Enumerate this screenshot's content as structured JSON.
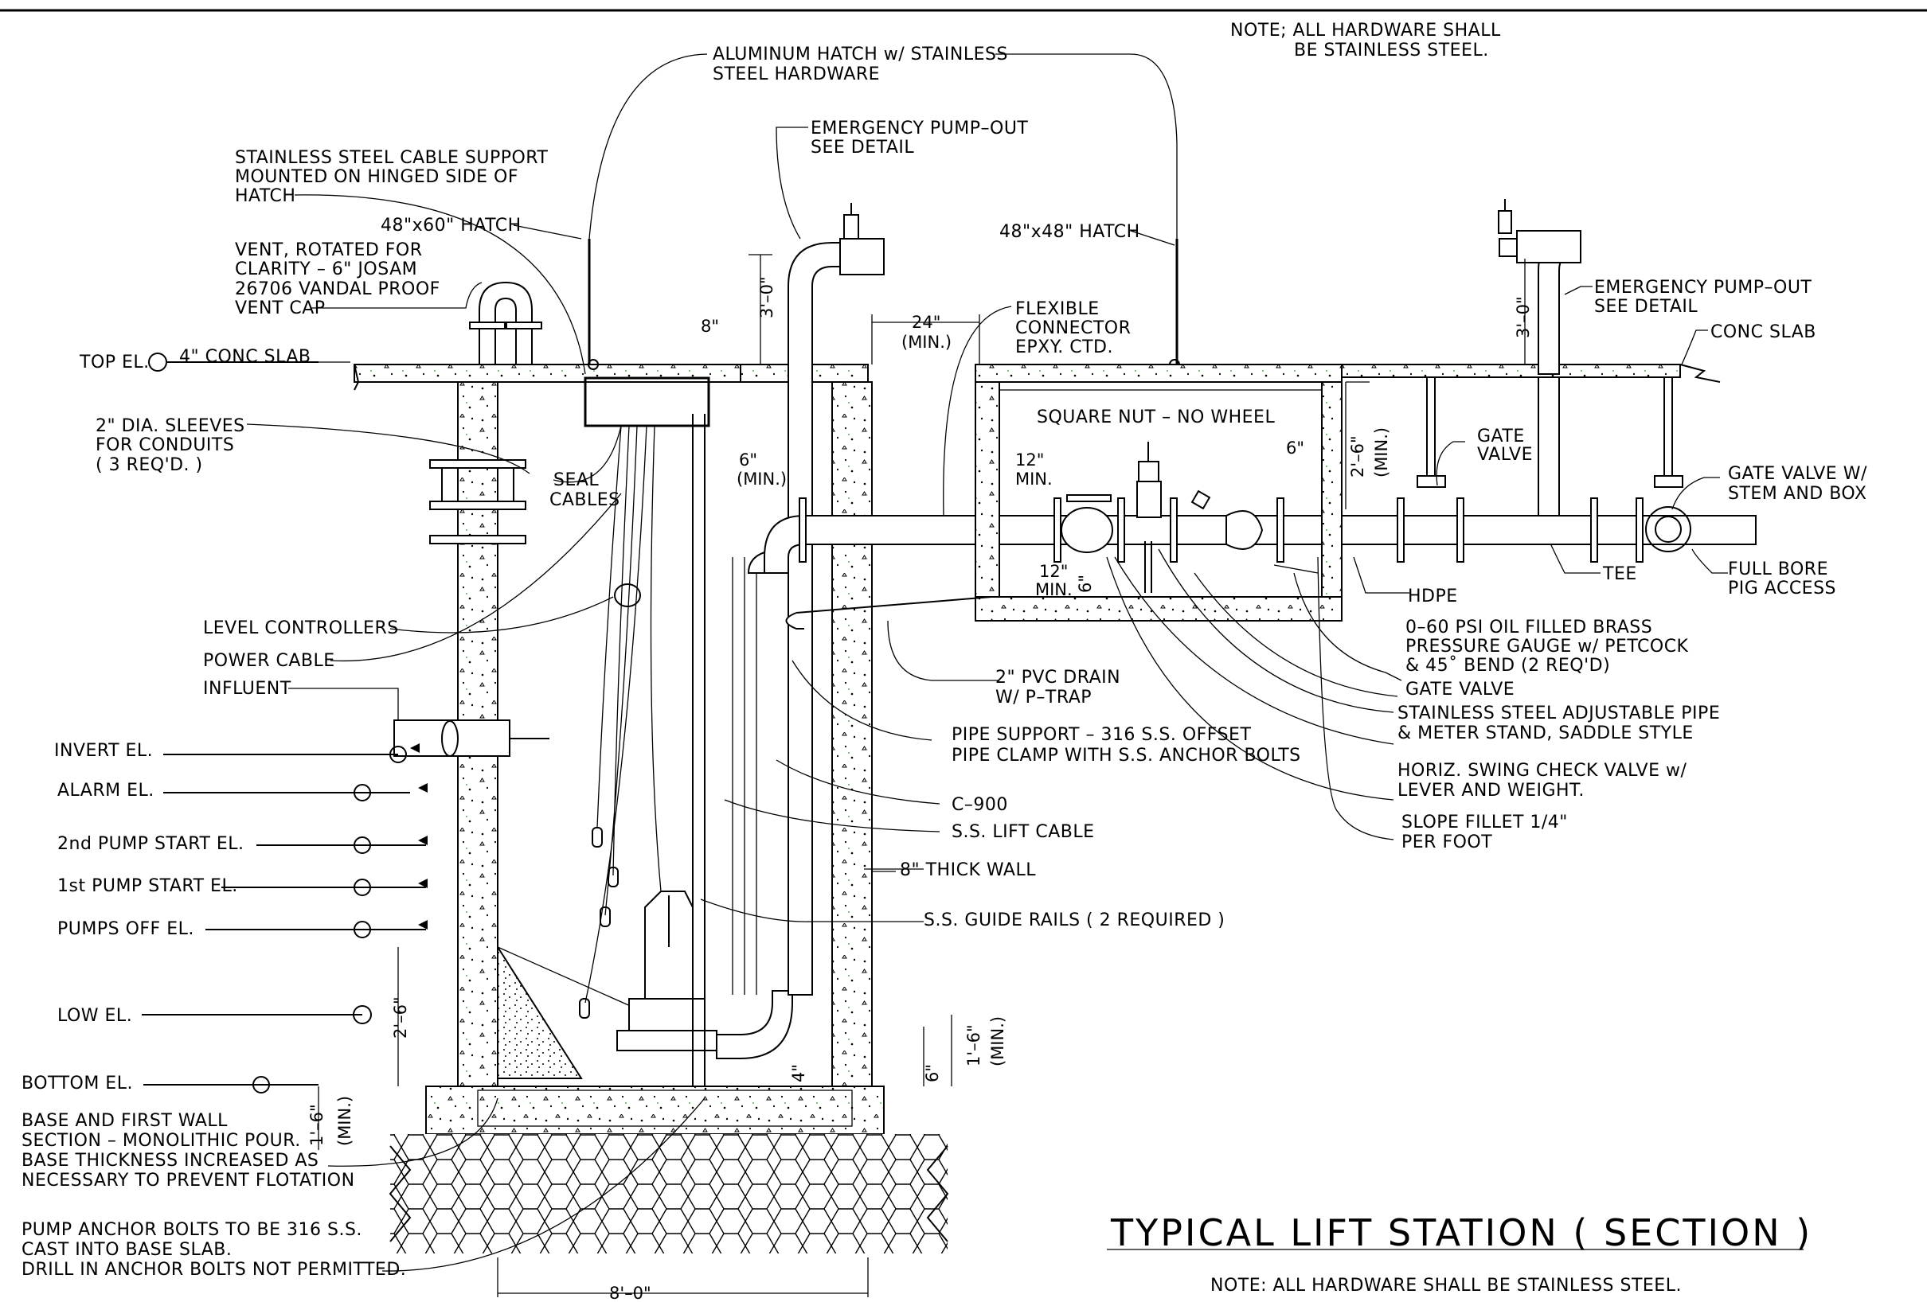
{
  "title": "TYPICAL LIFT STATION  ( SECTION )",
  "notes": {
    "top": [
      "NOTE; ALL HARDWARE SHALL",
      "BE STAINLESS STEEL."
    ],
    "bottom": "NOTE: ALL HARDWARE SHALL BE STAINLESS STEEL."
  },
  "callouts": {
    "aluminum_hatch": [
      "ALUMINUM HATCH w/ STAINLESS",
      "STEEL HARDWARE"
    ],
    "cable_support": [
      "STAINLESS STEEL CABLE SUPPORT",
      "MOUNTED ON HINGED SIDE OF",
      "HATCH"
    ],
    "hatch_48x60": "48\"x60\" HATCH",
    "vent": [
      "VENT, ROTATED FOR",
      "CLARITY – 6\" JOSAM",
      "26706 VANDAL PROOF",
      "VENT CAP"
    ],
    "emergency_pumpout_1": [
      "EMERGENCY PUMP–OUT",
      "SEE DETAIL"
    ],
    "hatch_48x48": "48\"x48\" HATCH",
    "flexible_connector": [
      "FLEXIBLE",
      "CONNECTOR",
      "EPXY. CTD."
    ],
    "emergency_pumpout_2": [
      "EMERGENCY PUMP–OUT",
      "SEE DETAIL"
    ],
    "conc_slab": "CONC SLAB",
    "top_slab": "4\" CONC SLAB",
    "sleeves": [
      "2\" DIA. SLEEVES",
      "FOR CONDUITS",
      "( 3 REQ'D. )"
    ],
    "seal_cables": [
      "SEAL",
      "CABLES"
    ],
    "square_nut": "SQUARE NUT – NO WHEEL",
    "gate_valve_top": [
      "GATE",
      "VALVE"
    ],
    "gate_valve_box": [
      "GATE VALVE W/",
      "STEM AND BOX"
    ],
    "hdpe": "HDPE",
    "tee": "TEE",
    "full_bore": [
      "FULL BORE",
      "PIG ACCESS"
    ],
    "pressure_gauge": [
      "0–60 PSI OIL FILLED BRASS",
      "PRESSURE GAUGE w/ PETCOCK",
      "& 45˚ BEND (2 REQ'D)"
    ],
    "gate_valve_mid": "GATE VALVE",
    "pipe_stand": [
      "STAINLESS STEEL ADJUSTABLE PIPE",
      "& METER STAND, SADDLE STYLE"
    ],
    "check_valve": [
      "HORIZ. SWING CHECK VALVE w/",
      "LEVER AND WEIGHT."
    ],
    "slope_fillet": [
      "SLOPE FILLET 1/4\"",
      "PER FOOT"
    ],
    "level_controllers": "LEVEL CONTROLLERS",
    "power_cable": "POWER CABLE",
    "influent": "INFLUENT",
    "pvc_drain": [
      "2\" PVC DRAIN",
      "W/ P–TRAP"
    ],
    "pipe_support": [
      "PIPE SUPPORT – 316 S.S. OFFSET",
      "PIPE CLAMP WITH S.S. ANCHOR BOLTS"
    ],
    "c900": "C–900",
    "lift_cable": "S.S. LIFT CABLE",
    "thick_wall": "8\" THICK WALL",
    "guide_rails": "S.S. GUIDE RAILS ( 2 REQUIRED )",
    "base_pour": [
      "BASE AND FIRST WALL",
      "SECTION – MONOLITHIC POUR.",
      "BASE THICKNESS INCREASED AS",
      "NECESSARY TO PREVENT FLOTATION"
    ],
    "anchor_bolts": [
      "PUMP ANCHOR BOLTS TO BE 316 S.S.",
      "CAST INTO BASE SLAB.",
      "DRILL IN ANCHOR BOLTS NOT PERMITTED."
    ]
  },
  "elevations": {
    "top": "TOP EL.",
    "invert": "INVERT EL.",
    "alarm": "ALARM EL.",
    "pump2": "2nd PUMP START EL.",
    "pump1": "1st PUMP START EL.",
    "pumps_off": "PUMPS OFF EL.",
    "low": "LOW EL.",
    "bottom": "BOTTOM EL."
  },
  "dimensions": {
    "eight_in": "8\"",
    "three_ft_1": "3'–0\"",
    "three_ft_2": "3'–0\"",
    "twentyfour": "24\"",
    "twentyfour_min": "(MIN.)",
    "six_min": "6\"",
    "six_min_sub": "(MIN.)",
    "twelve_1": "12\"",
    "twelve_1_min": "MIN.",
    "twelve_2": "12\"",
    "twelve_2_min": "MIN.",
    "six_in_small": "6\"",
    "six_in_right": "6\"",
    "two_six_min": "2'–6\"",
    "two_six_min_sub": "(MIN.)",
    "two_six": "2'–6\"",
    "one_six_min_a": "1'–6\"",
    "one_six_min_a_sub": "(MIN.)",
    "one_six_min_b": "1'–6\"",
    "one_six_min_b_sub": "(MIN.)",
    "four_in": "4\"",
    "six_in_bottom": "6\"",
    "eight_ft": "8'–0\""
  }
}
